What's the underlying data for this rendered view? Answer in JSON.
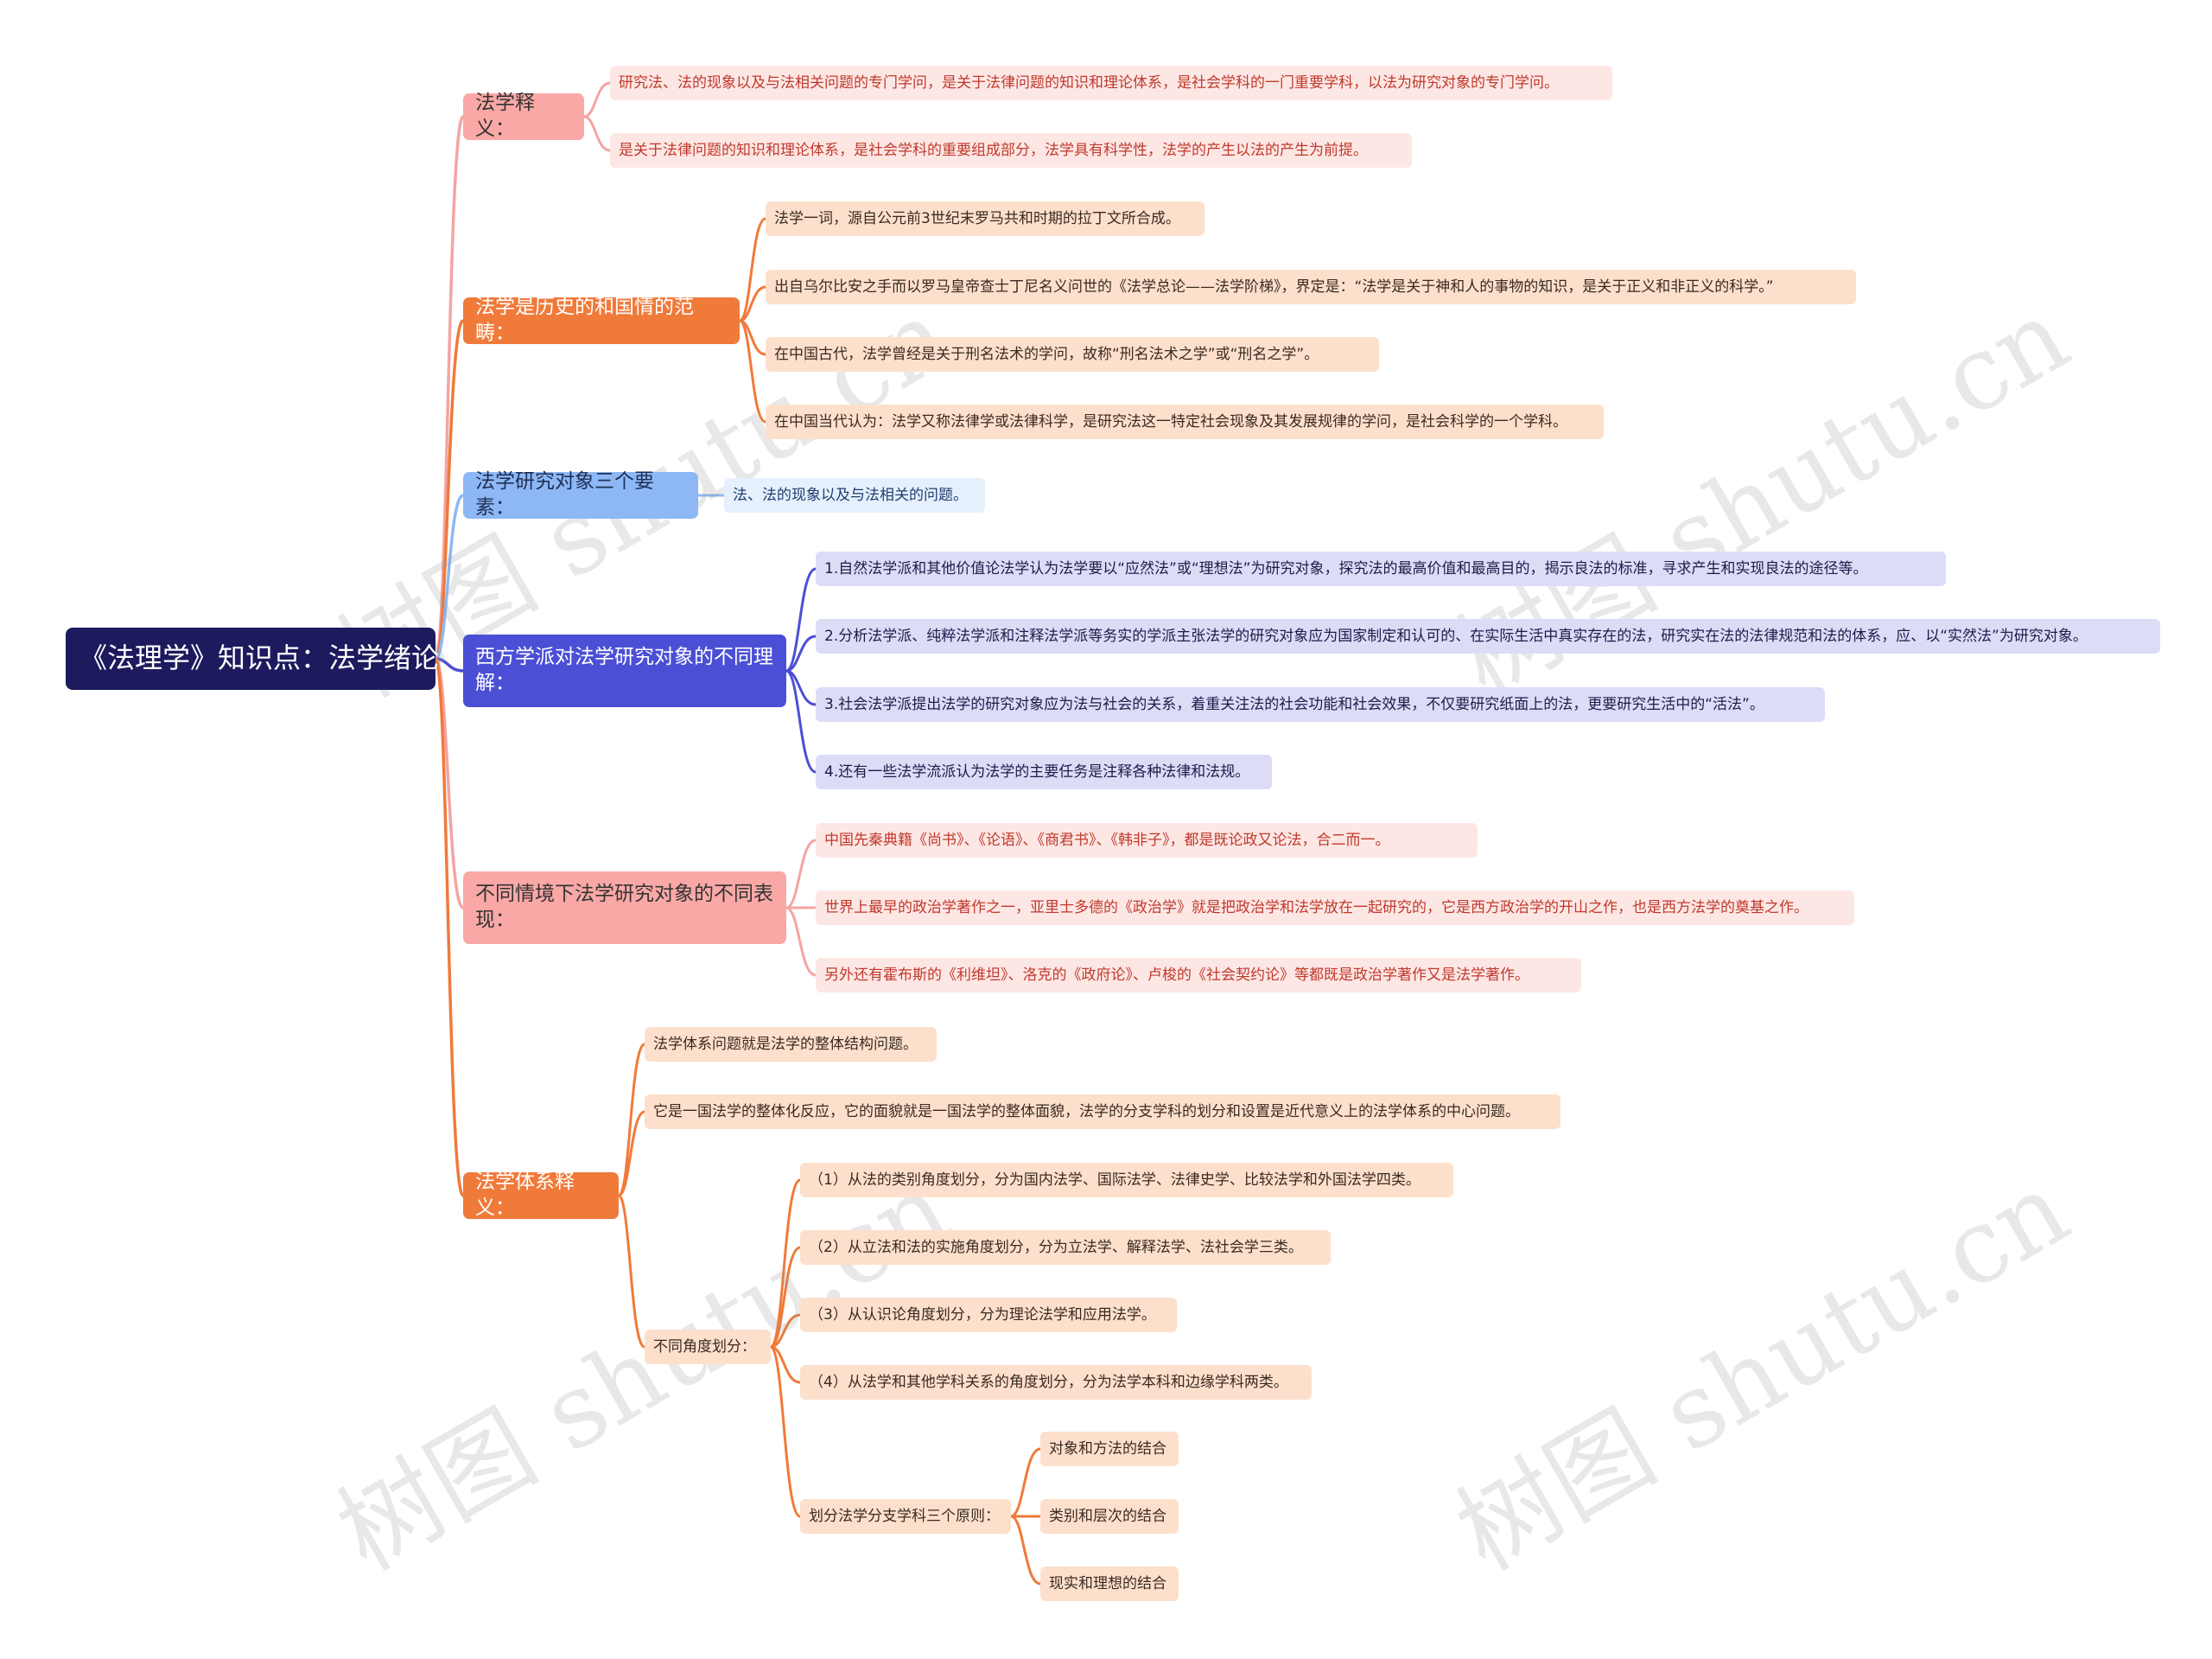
{
  "root": "《法理学》知识点：法学绪论",
  "branches": [
    {
      "label": "法学释义：",
      "items": [
        "研究法、法的现象以及与法相关问题的专门学问，是关于法律问题的知识和理论体系，是社会学科的一门重要学科，以法为研究对象的专门学问。",
        "是关于法律问题的知识和理论体系，是社会学科的重要组成部分，法学具有科学性，法学的产生以法的产生为前提。"
      ]
    },
    {
      "label": "法学是历史的和国情的范畴：",
      "items": [
        "法学一词，源自公元前3世纪末罗马共和时期的拉丁文所合成。",
        "出自乌尔比安之手而以罗马皇帝查士丁尼名义问世的《法学总论——法学阶梯》，界定是：“法学是关于神和人的事物的知识，是关于正义和非正义的科学。”",
        "在中国古代，法学曾经是关于刑名法术的学问，故称“刑名法术之学”或“刑名之学”。",
        "在中国当代认为：法学又称法律学或法律科学，是研究法这一特定社会现象及其发展规律的学问，是社会科学的一个学科。"
      ]
    },
    {
      "label": "法学研究对象三个要素：",
      "items": [
        "法、法的现象以及与法相关的问题。"
      ]
    },
    {
      "label": "西方学派对法学研究对象的不同理解：",
      "items": [
        "1.自然法学派和其他价值论法学认为法学要以“应然法”或“理想法”为研究对象，探究法的最高价值和最高目的，揭示良法的标准，寻求产生和实现良法的途径等。",
        "2.分析法学派、纯粹法学派和注释法学派等务实的学派主张法学的研究对象应为国家制定和认可的、在实际生活中真实存在的法，研究实在法的法律规范和法的体系，应、以“实然法”为研究对象。",
        "3.社会法学派提出法学的研究对象应为法与社会的关系，着重关注法的社会功能和社会效果，不仅要研究纸面上的法，更要研究生活中的“活法”。",
        "4.还有一些法学流派认为法学的主要任务是注释各种法律和法规。"
      ]
    },
    {
      "label": "不同情境下法学研究对象的不同表现：",
      "items": [
        "中国先秦典籍《尚书》、《论语》、《商君书》、《韩非子》，都是既论政又论法，合二而一。",
        "世界上最早的政治学著作之一，亚里士多德的《政治学》就是把政治学和法学放在一起研究的，它是西方政治学的开山之作，也是西方法学的奠基之作。",
        "另外还有霍布斯的《利维坦》、洛克的《政府论》、卢梭的《社会契约论》等都既是政治学著作又是法学著作。"
      ]
    },
    {
      "label": "法学体系释义：",
      "items": [
        "法学体系问题就是法学的整体结构问题。",
        "它是一国法学的整体化反应，它的面貌就是一国法学的整体面貌，法学的分支学科的划分和设置是近代意义上的法学体系的中心问题。"
      ],
      "sub": {
        "label": "不同角度划分：",
        "items": [
          "（1）从法的类别角度划分，分为国内法学、国际法学、法律史学、比较法学和外国法学四类。",
          "（2）从立法和法的实施角度划分，分为立法学、解释法学、法社会学三类。",
          "（3）从认识论角度划分，分为理论法学和应用法学。",
          "（4）从法学和其他学科关系的角度划分，分为法学本科和边缘学科两类。"
        ],
        "principles": {
          "label": "划分法学分支学科三个原则：",
          "items": [
            "对象和方法的结合",
            "类别和层次的结合",
            "现实和理想的结合"
          ]
        }
      }
    }
  ],
  "watermark": "树图 shutu.cn",
  "colors": {
    "pink": "#f4a4a2",
    "orange": "#f07a3a",
    "blue": "#8db8f5",
    "indigo": "#4b4fd6",
    "root": "#1d1b5e"
  }
}
